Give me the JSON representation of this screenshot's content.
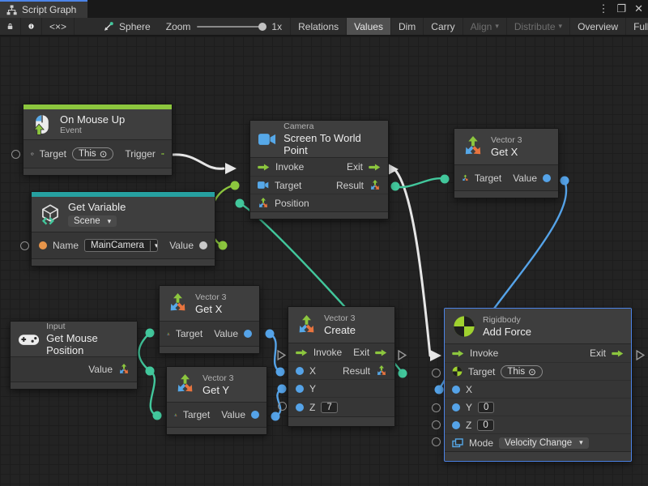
{
  "window": {
    "tab_title": "Script Graph",
    "menu_icon": "⋮",
    "maximize_icon": "❐",
    "close_icon": "✕"
  },
  "toolbar": {
    "code_view_label": "<×>",
    "graph_owner_label": "Sphere",
    "zoom_label": "Zoom",
    "zoom_value": "1x",
    "dropdown_caret": "▾",
    "buttons": [
      {
        "label": "Relations",
        "state": "normal"
      },
      {
        "label": "Values",
        "state": "active"
      },
      {
        "label": "Dim",
        "state": "normal"
      },
      {
        "label": "Carry",
        "state": "normal"
      },
      {
        "label": "Align",
        "state": "disabled",
        "dropdown": true
      },
      {
        "label": "Distribute",
        "state": "disabled",
        "dropdown": true
      },
      {
        "label": "Overview",
        "state": "normal"
      },
      {
        "label": "Full Screen",
        "state": "normal"
      }
    ]
  },
  "colors": {
    "event_green": "#8CC63E",
    "variable_teal": "#26A0A0",
    "wire_white": "#E6E6E6",
    "wire_teal": "#42C79C",
    "wire_blue": "#55A3E8",
    "wire_lime": "#8CC63E",
    "port_orange": "#E8954A",
    "selection_blue": "#4C84E8"
  },
  "nodes": {
    "on_mouse_up": {
      "title": "On Mouse Up",
      "subtitle": "Event",
      "target_label": "Target",
      "this_label": "This",
      "this_icon": "⊙",
      "trigger_label": "Trigger"
    },
    "get_variable": {
      "title": "Get Variable",
      "scope_value": "Scene",
      "name_label": "Name",
      "name_value": "MainCamera",
      "value_label": "Value"
    },
    "camera": {
      "kind": "Camera",
      "title": "Screen To World Point",
      "invoke_label": "Invoke",
      "exit_label": "Exit",
      "target_label": "Target",
      "result_label": "Result",
      "position_label": "Position"
    },
    "get_x_top": {
      "kind": "Vector 3",
      "title": "Get X",
      "target_label": "Target",
      "value_label": "Value"
    },
    "get_x_mid": {
      "kind": "Vector 3",
      "title": "Get X",
      "target_label": "Target",
      "value_label": "Value"
    },
    "get_y": {
      "kind": "Vector 3",
      "title": "Get Y",
      "target_label": "Target",
      "value_label": "Value"
    },
    "create": {
      "kind": "Vector 3",
      "title": "Create",
      "invoke_label": "Invoke",
      "exit_label": "Exit",
      "x_label": "X",
      "result_label": "Result",
      "y_label": "Y",
      "z_label": "Z",
      "z_value": "7"
    },
    "mouse_pos": {
      "kind": "Input",
      "title": "Get Mouse Position",
      "value_label": "Value"
    },
    "add_force": {
      "kind": "Rigidbody",
      "title": "Add Force",
      "invoke_label": "Invoke",
      "exit_label": "Exit",
      "target_label": "Target",
      "this_label": "This",
      "this_icon": "⊙",
      "x_label": "X",
      "y_label": "Y",
      "y_value": "0",
      "z_label": "Z",
      "z_value": "0",
      "mode_label": "Mode",
      "mode_value": "Velocity Change"
    }
  },
  "canvas": {
    "wires": [
      {
        "id": "w1",
        "from": "on-mouse-up.trigger",
        "to": "camera.invoke",
        "color": "#E6E6E6",
        "kind": "flow"
      },
      {
        "id": "w2",
        "from": "camera.exit",
        "to": "add-force.invoke",
        "color": "#E6E6E6",
        "kind": "flow"
      },
      {
        "id": "w3",
        "from": "get-variable.value",
        "to": "camera.target",
        "color": "#8CC63E",
        "kind": "value"
      },
      {
        "id": "w4",
        "from": "create.result",
        "to": "camera.position",
        "color": "#42C79C",
        "kind": "value"
      },
      {
        "id": "w5",
        "from": "camera.result",
        "to": "get-x-top.target",
        "color": "#42C79C",
        "kind": "value"
      },
      {
        "id": "w6",
        "from": "get-x-top.value",
        "to": "add-force.x",
        "color": "#55A3E8",
        "kind": "value"
      },
      {
        "id": "w7",
        "from": "get-mouse-position.value",
        "to": "get-x-mid.target",
        "color": "#42C79C",
        "kind": "value"
      },
      {
        "id": "w8",
        "from": "get-mouse-position.value",
        "to": "get-y.target",
        "color": "#42C79C",
        "kind": "value"
      },
      {
        "id": "w9",
        "from": "get-x-mid.value",
        "to": "create.x",
        "color": "#55A3E8",
        "kind": "value"
      },
      {
        "id": "w10",
        "from": "get-y.value",
        "to": "create.y",
        "color": "#55A3E8",
        "kind": "value"
      }
    ]
  }
}
